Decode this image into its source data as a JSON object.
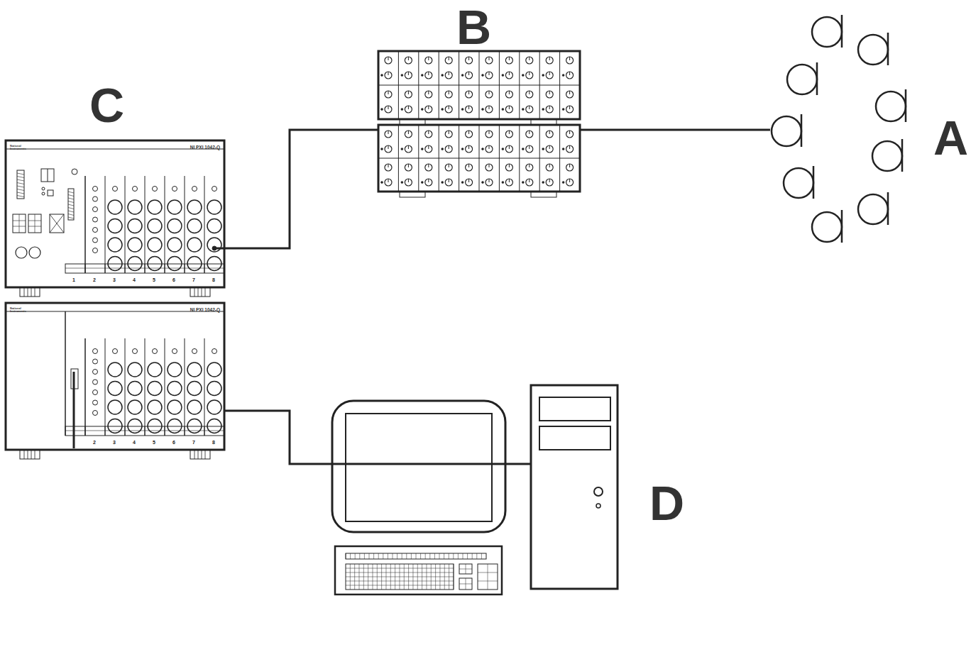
{
  "diagram": {
    "nodes": [
      {
        "text": [
          "C",
          "National Instruments",
          "NI PXI 1042-Q"
        ]
      },
      {
        "text": [
          "National Instruments",
          "NI PXI 1042-Q"
        ]
      },
      {
        "text": [
          "B"
        ]
      },
      {
        "text": [
          "A"
        ]
      },
      {
        "text": [
          "D"
        ]
      }
    ],
    "edges": [
      {
        "from": 0,
        "to": 2,
        "arrow": "none"
      },
      {
        "from": 2,
        "to": 3,
        "arrow": "none"
      },
      {
        "from": 1,
        "to": 4,
        "arrow": "none"
      }
    ],
    "labels": [
      "1",
      "2",
      "3",
      "4",
      "5",
      "6",
      "7",
      "8",
      "2",
      "3",
      "4",
      "5",
      "6",
      "7",
      "8"
    ]
  }
}
